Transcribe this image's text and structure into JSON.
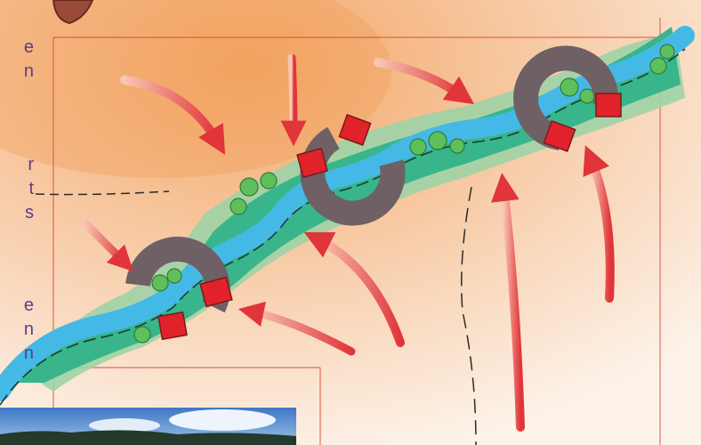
{
  "palette": {
    "background_wash": "#f2b27e",
    "water": "#45b9e6",
    "wetland": "#38b58a",
    "floodplain_light": "#9fd3a6",
    "tree": "#5fbf5a",
    "magnet_body": "#6f6066",
    "magnet_pole": "#e2222b",
    "arrow": "#e0353a",
    "arrow_tail": "#f6b6a0",
    "frame_line": "#d9503f",
    "text": "#5b3d8c"
  },
  "left_text_fragments": {
    "block1": [
      "e",
      "n"
    ],
    "block2": [
      "r",
      "t",
      "s"
    ],
    "block3": [
      "e",
      "n",
      "n"
    ]
  },
  "icons": {
    "magnets": [
      "magnet-icon",
      "magnet-icon",
      "magnet-icon"
    ],
    "arrows": "arrow-icon",
    "trees": "tree-icon"
  }
}
